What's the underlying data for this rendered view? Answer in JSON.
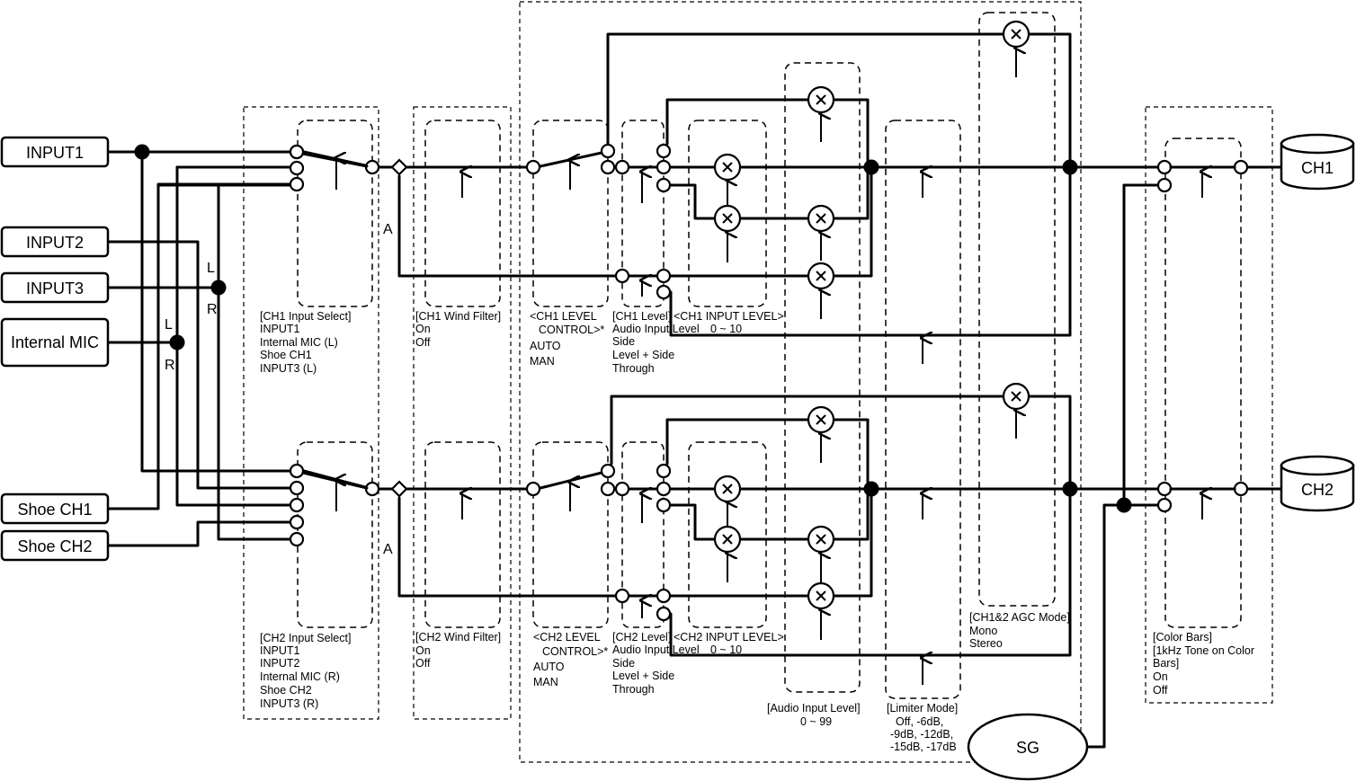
{
  "inputs": {
    "input1": "INPUT1",
    "input2": "INPUT2",
    "input3": "INPUT3",
    "internal_mic": "Internal MIC",
    "shoe_ch1": "Shoe CH1",
    "shoe_ch2": "Shoe CH2"
  },
  "pins": {
    "l": "L",
    "r": "R",
    "a": "A"
  },
  "outputs": {
    "ch1": "CH1",
    "ch2": "CH2",
    "sg": "SG"
  },
  "ch1_input_select": {
    "title": "[CH1 Input Select]",
    "options": [
      "INPUT1",
      "Internal MIC (L)",
      "Shoe CH1",
      "INPUT3 (L)"
    ]
  },
  "ch2_input_select": {
    "title": "[CH2 Input Select]",
    "options": [
      "INPUT1",
      "INPUT2",
      "Internal MIC (R)",
      "Shoe CH2",
      "INPUT3 (R)"
    ]
  },
  "ch1_wind": {
    "title": "[CH1 Wind Filter]",
    "options": [
      "On",
      "Off"
    ]
  },
  "ch2_wind": {
    "title": "[CH2 Wind Filter]",
    "options": [
      "On",
      "Off"
    ]
  },
  "ch1_level_control": {
    "title": "<CH1 LEVEL",
    "title2": "CONTROL>*",
    "options": [
      "AUTO",
      "MAN"
    ]
  },
  "ch2_level_control": {
    "title": "<CH2 LEVEL",
    "title2": "CONTROL>*",
    "options": [
      "AUTO",
      "MAN"
    ]
  },
  "ch1_level": {
    "title": "[CH1 Level]",
    "options": [
      "Audio Input Level",
      "Side",
      "Level + Side",
      "Through"
    ]
  },
  "ch2_level": {
    "title": "[CH2 Level]",
    "options": [
      "Audio Input Level",
      "Side",
      "Level + Side",
      "Through"
    ]
  },
  "ch1_input_level": {
    "title": "<CH1 INPUT LEVEL>",
    "range": "0 ~ 10"
  },
  "ch2_input_level": {
    "title": "<CH2 INPUT LEVEL>",
    "range": "0 ~ 10"
  },
  "audio_input_level": {
    "title": "[Audio Input Level]",
    "range": "0 ~ 99"
  },
  "limiter_mode": {
    "title": "[Limiter Mode]",
    "options": [
      "Off, -6dB,",
      "-9dB, -12dB,",
      "-15dB, -17dB"
    ]
  },
  "agc_mode": {
    "title": "[CH1&2 AGC Mode]",
    "options": [
      "Mono",
      "Stereo"
    ]
  },
  "color_bars": {
    "title": "[Color Bars]",
    "options": [
      "[1kHz Tone on Color",
      "Bars]",
      "On",
      "Off"
    ]
  }
}
